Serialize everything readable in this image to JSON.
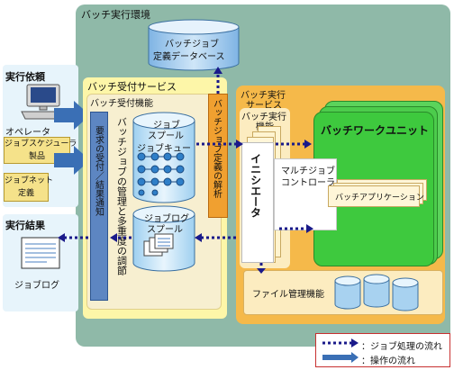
{
  "env": {
    "title": "バッチ実行環境",
    "db_label_1": "バッチジョブ",
    "db_label_2": "定義データベース"
  },
  "left": {
    "request_title": "実行依頼",
    "operator": "オペレータ",
    "scheduler_1": "ジョブスケジューラ",
    "scheduler_2": "製品",
    "jobnet_1": "ジョブネット",
    "jobnet_2": "定義",
    "result_title": "実行結果",
    "joblog": "ジョブログ"
  },
  "reception": {
    "service_title": "バッチ受付サービス",
    "function_title": "バッチ受付機能",
    "req_accept": "要求の受付／結果通知",
    "mgmt": "バッチジョブの管理と多重度の調節",
    "spool_1": "ジョブ",
    "spool_2": "スプール",
    "queue": "ジョブキュー",
    "log_spool_1": "ジョブログ",
    "log_spool_2": "スプール",
    "def_analysis": "バッチジョブ定義の解析"
  },
  "execution": {
    "service_1": "バッチ実行",
    "service_2": "サービス",
    "function_1": "バッチ実行",
    "function_2": "機能",
    "initiator": "イニシエータ",
    "multi_1": "マルチジョブ",
    "multi_2": "コントローラ",
    "unit": "バッチワークユニット",
    "app": "バッチアプリケーション",
    "file_mgmt": "ファイル管理機能"
  },
  "legend": {
    "dotted": "：ジョブ処理の流れ",
    "solid": "：操作の流れ"
  },
  "colors": {
    "env_bg": "#8fb9a8",
    "reception_bg": "#fdf6a8",
    "execution_bg": "#f5b94a",
    "green": "#3ec93e",
    "flow_dotted": "#1a1a8a",
    "flow_solid": "#3a6fb5"
  }
}
